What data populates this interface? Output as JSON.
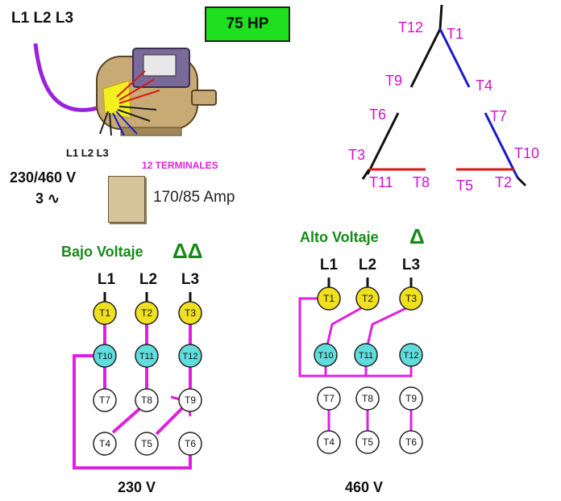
{
  "header": {
    "lines": "L1 L2 L3",
    "hp": "75 HP"
  },
  "motor": {
    "lines_small": "L1 L2 L3",
    "terminals_label": "12 TERMINALES",
    "voltage": "230/460 V",
    "phase": "3 ∿",
    "amperage": "170/85 Amp"
  },
  "delta": {
    "labels": [
      "T12",
      "T1",
      "T9",
      "T4",
      "T6",
      "T7",
      "T3",
      "T10",
      "T11",
      "T8",
      "T5",
      "T2"
    ]
  },
  "low": {
    "title": "Bajo Voltaje",
    "symbol": "ΔΔ",
    "lines": [
      "L1",
      "L2",
      "L3"
    ],
    "voltage": "230 V"
  },
  "high": {
    "title": "Alto Voltaje",
    "symbol": "Δ",
    "lines": [
      "L1",
      "L2",
      "L3"
    ],
    "voltage": "460 V"
  },
  "terminals": [
    "T1",
    "T2",
    "T3",
    "T10",
    "T11",
    "T12",
    "T7",
    "T8",
    "T9",
    "T4",
    "T5",
    "T6"
  ],
  "colors": {
    "magenta": "#e020e0",
    "blue": "#1a1ac8",
    "red": "#d81818",
    "green": "#1ee01e",
    "yellow": "#f0e020",
    "cyan": "#60dcdc"
  }
}
